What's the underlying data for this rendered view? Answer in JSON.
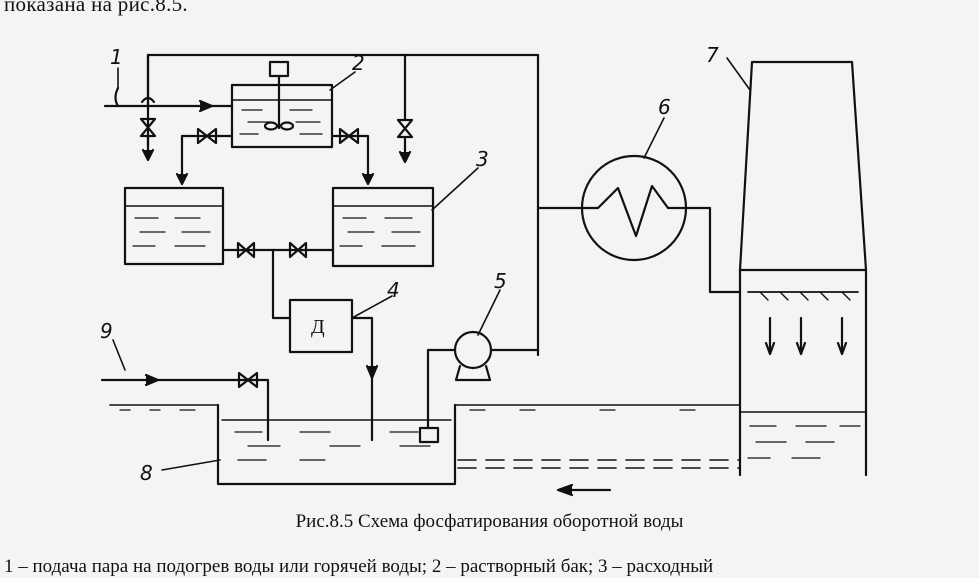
{
  "header_text": "показана  на рис.8.5.",
  "caption": "Рис.8.5 Схема фосфатирования оборотной воды",
  "footer_text": "1 – подача пара на подогрев воды или горячей воды; 2 – растворный бак; 3 – расходный",
  "labels": {
    "n1": "1",
    "n2": "2",
    "n3": "3",
    "n4": "4",
    "n5": "5",
    "n6": "6",
    "n7": "7",
    "n8": "8",
    "n9": "9",
    "doser": "Д"
  }
}
